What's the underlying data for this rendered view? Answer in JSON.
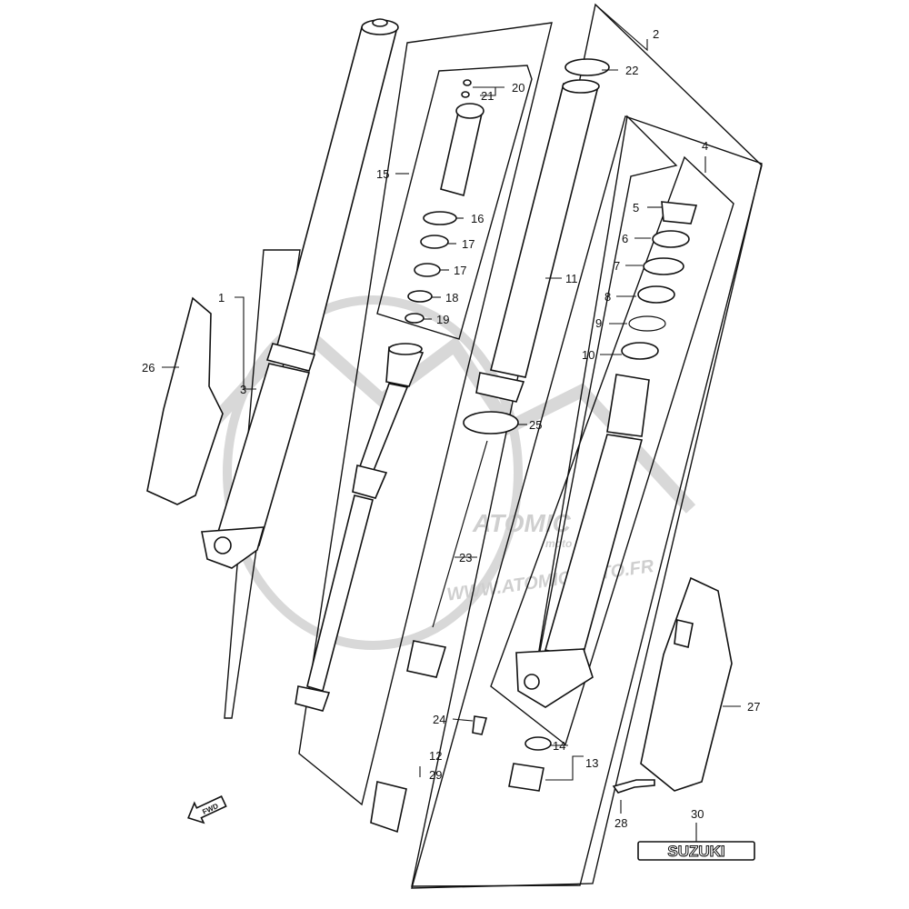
{
  "watermark": {
    "brand": "ATOMIC",
    "sub": "moto",
    "url": "WWW.ATOMICMOTO.FR"
  },
  "fwd_label": "FWD",
  "brand_label": "SUZUKI",
  "callouts": {
    "c1": "1",
    "c2": "2",
    "c3": "3",
    "c4": "4",
    "c5": "5",
    "c6": "6",
    "c7": "7",
    "c8": "8",
    "c9": "9",
    "c10": "10",
    "c11": "11",
    "c12": "12",
    "c13": "13",
    "c14": "14",
    "c15": "15",
    "c16": "16",
    "c17a": "17",
    "c17b": "17",
    "c18": "18",
    "c19": "19",
    "c20": "20",
    "c21": "21",
    "c22": "22",
    "c23": "23",
    "c24": "24",
    "c25": "25",
    "c26": "26",
    "c27": "27",
    "c28": "28",
    "c29": "29",
    "c30": "30"
  }
}
